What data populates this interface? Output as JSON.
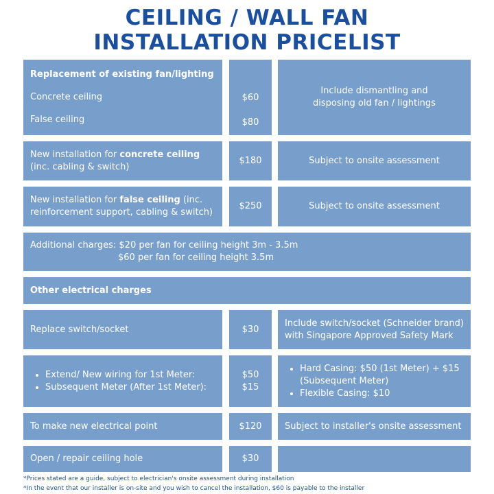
{
  "title": {
    "line1": "CEILING / WALL FAN",
    "line2": "INSTALLATION PRICELIST"
  },
  "replacement": {
    "heading": "Replacement of existing fan/lighting",
    "items": [
      {
        "label": "Concrete ceiling",
        "price": "$60"
      },
      {
        "label": "False ceiling",
        "price": "$80"
      }
    ],
    "note": "Include dismantling and disposing old fan / lightings"
  },
  "concrete": {
    "pre": "New installation for ",
    "bold": "concrete ceiling",
    "post": " (inc. cabling & switch)",
    "price": "$180",
    "note": "Subject to onsite assessment"
  },
  "false": {
    "pre": "New installation for ",
    "bold": "false ceiling",
    "post": " (inc. reinforcement support, cabling & switch)",
    "price": "$250",
    "note": "Subject to onsite assessment"
  },
  "additional": {
    "line1": "Additional charges: $20 per fan for ceiling height 3m - 3.5m",
    "line2": "$60 per fan for ceiling height 3.5m"
  },
  "other_heading": "Other electrical charges",
  "switch": {
    "label": "Replace switch/socket",
    "price": "$30",
    "note": "Include switch/socket (Schneider brand) with Singapore Approved Safety Mark"
  },
  "wiring": {
    "items": [
      "Extend/ New wiring for 1st Meter:",
      "Subsequent Meter (After 1st Meter):"
    ],
    "prices": [
      "$50",
      "$15"
    ],
    "notes": [
      "Hard Casing: $50 (1st Meter) + $15 (Subsequent Meter)",
      "Flexible Casing: $10"
    ]
  },
  "point": {
    "label": "To make new electrical point",
    "price": "$120",
    "note": "Subject to installer's onsite assessment"
  },
  "hole": {
    "label": "Open / repair ceiling hole",
    "price": "$30"
  },
  "footnotes": [
    "*Prices stated are a guide, subject to electrician's onsite assessment during installation",
    "*In the event that our installer is on-site and you wish to cancel the installation, $60 is payable to the installer"
  ]
}
